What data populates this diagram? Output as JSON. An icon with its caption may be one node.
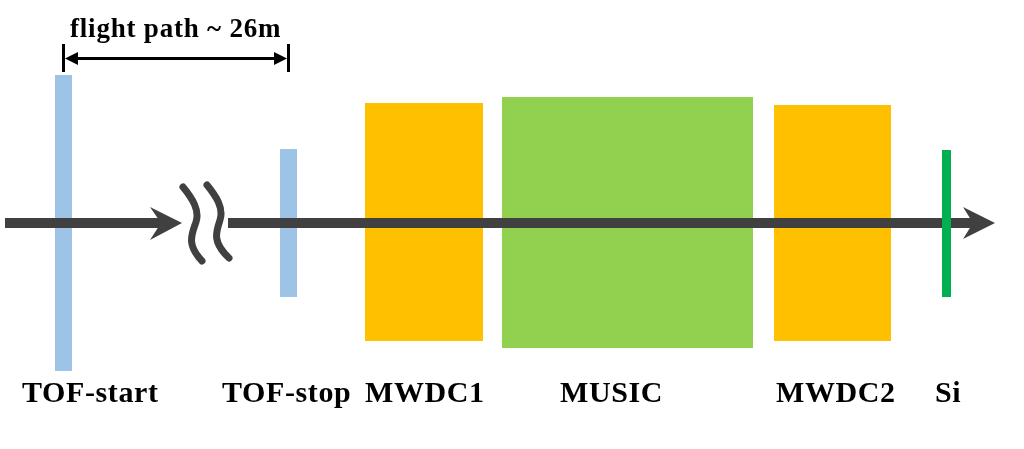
{
  "diagram": {
    "nodes": [
      {
        "text": [
          "TOF-start"
        ]
      },
      {
        "text": [
          "TOF-stop"
        ]
      },
      {
        "text": [
          "MWDC1"
        ]
      },
      {
        "text": [
          "MUSIC"
        ]
      },
      {
        "text": [
          "MWDC2"
        ]
      },
      {
        "text": [
          "Si"
        ]
      }
    ],
    "labels": [
      "flight path ~ 26m"
    ]
  }
}
